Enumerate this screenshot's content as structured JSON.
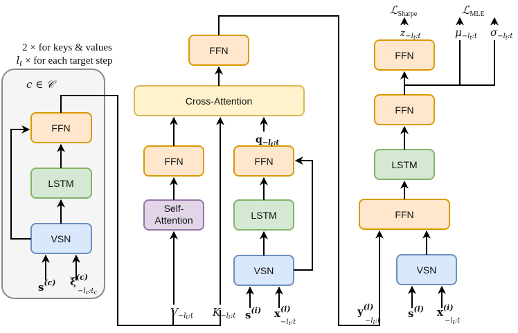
{
  "colors": {
    "ffn": {
      "fill": "#ffe6cc",
      "stroke": "#d79b00"
    },
    "lstm": {
      "fill": "#d5e8d4",
      "stroke": "#82b366"
    },
    "vsn": {
      "fill": "#dae8fc",
      "stroke": "#6c8ebf"
    },
    "self_attention": {
      "fill": "#e1d5e7",
      "stroke": "#9673a6"
    },
    "cross_attention": {
      "fill": "#fff2cc",
      "stroke": "#d6b656"
    },
    "context_panel": {
      "fill": "#f5f5f5",
      "stroke": "#888888"
    }
  },
  "context_panel": {
    "note_line1": "2 ×  for keys & values",
    "note_line2_var": "l",
    "note_line2_sub": "t",
    "note_line2_rest": " ×  for each target step",
    "set_label": "c ∈ 𝒞",
    "blocks": {
      "ffn": "FFN",
      "lstm": "LSTM",
      "vsn": "VSN"
    },
    "inputs": {
      "s_main": "s",
      "s_sup": "(c)",
      "xi_main": "ξ",
      "xi_sup": "(c)",
      "xi_sub": "−l",
      "xi_sub2": "c",
      "xi_sub3": ":t",
      "xi_sub4": "c"
    }
  },
  "attention_panel": {
    "blocks": {
      "top_ffn": "FFN",
      "cross_attention": "Cross-Attention",
      "left_ffn": "FFN",
      "self_attention_l1": "Self-",
      "self_attention_l2": "Attention",
      "right_ffn": "FFN",
      "lstm": "LSTM",
      "vsn": "VSN"
    },
    "query_label": {
      "main": "q",
      "sub": "−l",
      "sub2": "t",
      "sub3": ":t"
    },
    "inputs": {
      "v_main": "V",
      "v_sub": "−l",
      "v_sub2": "t",
      "v_sub3": ":t",
      "k_main": "K",
      "k_sub": "−l",
      "k_sub2": "t",
      "k_sub3": ":t",
      "s_main": "s",
      "s_sup": "(i)",
      "x_main": "x",
      "x_sup": "(i)",
      "x_sub": "−l",
      "x_sub2": "t",
      "x_sub3": ":t"
    }
  },
  "output_panel": {
    "blocks": {
      "top_ffn": "FFN",
      "mid_ffn": "FFN",
      "lstm": "LSTM",
      "wide_ffn": "FFN",
      "vsn": "VSN"
    },
    "losses": {
      "sharpe_main": "ℒ",
      "sharpe_sub": "Sharpe",
      "mle_main": "ℒ",
      "mle_sub": "MLE"
    },
    "outputs": {
      "z_main": "z",
      "z_sub": "−l",
      "z_sub2": "t",
      "z_sub3": ":t",
      "mu_main": "μ",
      "mu_sub": "−l",
      "mu_sub2": "t",
      "mu_sub3": ":t",
      "sigma_main": "σ",
      "sigma_sub": "−l",
      "sigma_sub2": "t",
      "sigma_sub3": ":t"
    },
    "inputs": {
      "y_main": "y",
      "y_sup": "(i)",
      "y_sub": "−l",
      "y_sub2": "t",
      "y_sub3": ":t",
      "s_main": "s",
      "s_sup": "(i)",
      "x_main": "x",
      "x_sup": "(i)",
      "x_sub": "−l",
      "x_sub2": "t",
      "x_sub3": ":t"
    }
  }
}
